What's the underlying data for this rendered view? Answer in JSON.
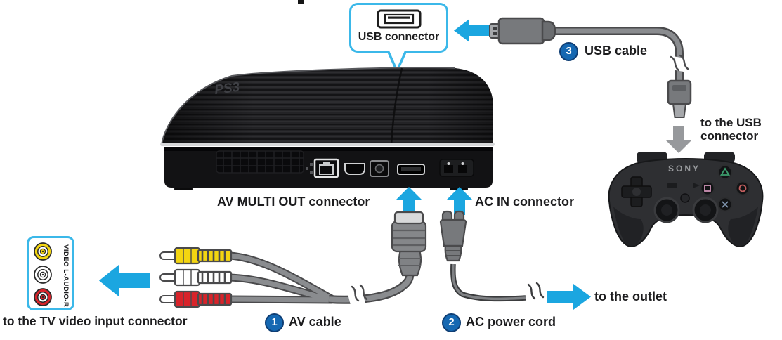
{
  "colors": {
    "arrow_blue": "#1BA6E0",
    "callout_border": "#3BB8E9",
    "badge_fill": "#1568B2",
    "badge_border": "#0F3E74",
    "rca_yellow": "#F3D511",
    "rca_white": "#FFFFFF",
    "rca_red": "#D8232A",
    "cable_gray": "#8A8C8F",
    "cable_outline": "#4A4A4C",
    "text": "#1D1D1F"
  },
  "usb_callout": {
    "label": "USB connector"
  },
  "steps": {
    "one": {
      "num": "1",
      "label": "AV cable"
    },
    "two": {
      "num": "2",
      "label": "AC power cord"
    },
    "three": {
      "num": "3",
      "label": "USB cable"
    }
  },
  "port_labels": {
    "av_multi_out": "AV MULTI OUT connector",
    "ac_in": "AC IN connector"
  },
  "directions": {
    "to_usb_line1": "to the USB",
    "to_usb_line2": "connector",
    "to_outlet": "to the outlet",
    "to_tv": "to the TV video input connector"
  },
  "tv_callout": {
    "vertical_label": "VIDEO L-AUDIO-R"
  },
  "devices": {
    "controller_brand": "SONY",
    "console_logo": "PS3"
  }
}
